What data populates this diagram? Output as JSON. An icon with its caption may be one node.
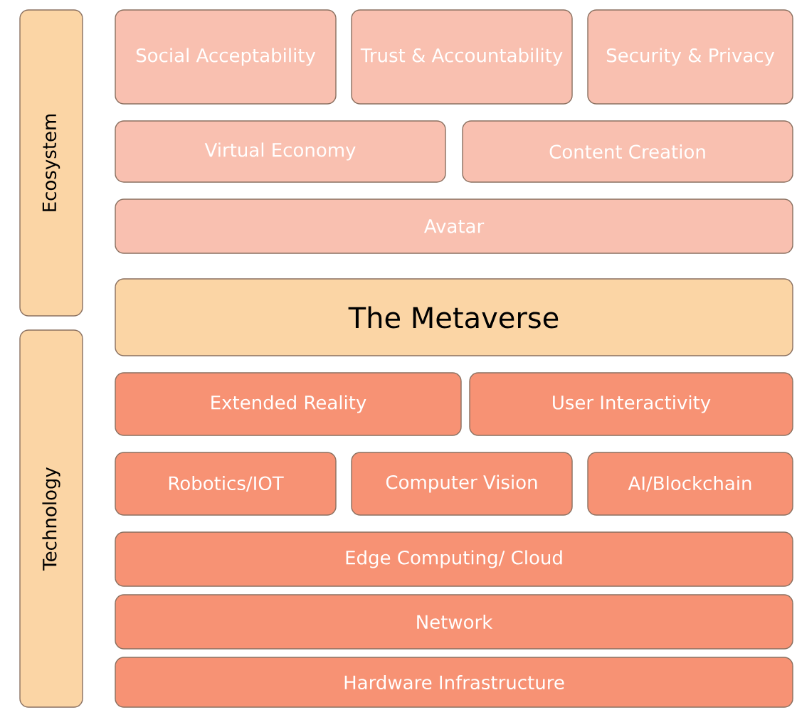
{
  "diagram": {
    "nodes": [
      {
        "text": [
          "Ecosystem"
        ]
      },
      {
        "text": [
          "Technology"
        ]
      },
      {
        "text": [
          "Social Acceptability"
        ]
      },
      {
        "text": [
          "Trust & Accountability"
        ]
      },
      {
        "text": [
          "Security & Privacy"
        ]
      },
      {
        "text": [
          "Virtual Economy"
        ]
      },
      {
        "text": [
          "Content Creation"
        ]
      },
      {
        "text": [
          "Avatar"
        ]
      },
      {
        "text": [
          "The Metaverse"
        ]
      },
      {
        "text": [
          "Extended Reality"
        ]
      },
      {
        "text": [
          "User Interactivity"
        ]
      },
      {
        "text": [
          "Robotics/IOT"
        ]
      },
      {
        "text": [
          "Computer Vision"
        ]
      },
      {
        "text": [
          "AI/Blockchain"
        ]
      },
      {
        "text": [
          "Edge Computing/ Cloud"
        ]
      },
      {
        "text": [
          "Network"
        ]
      },
      {
        "text": [
          "Hardware Infrastructure"
        ]
      }
    ]
  }
}
